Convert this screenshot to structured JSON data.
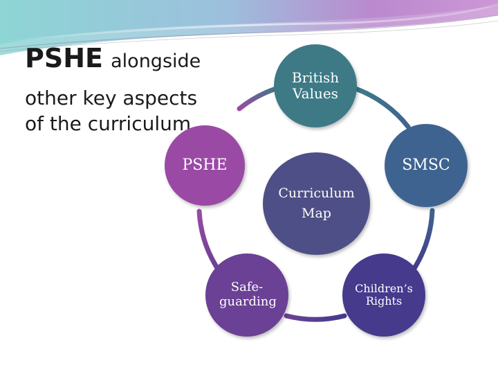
{
  "slide": {
    "title_bold": "PSHE",
    "title_light": "alongside",
    "title_rest": "other key aspects of the curriculum"
  },
  "diagram": {
    "center": "Curriculum Map",
    "nodes": [
      {
        "id": "pshe",
        "label": "PSHE"
      },
      {
        "id": "british-values",
        "label": "British Values"
      },
      {
        "id": "smsc",
        "label": "SMSC"
      },
      {
        "id": "childrens-rights",
        "label": "Children’s Rights"
      },
      {
        "id": "safeguarding",
        "label": "Safe-guarding"
      }
    ]
  },
  "colors": {
    "pshe": "#9a4aa4",
    "british_values": "#3d7a86",
    "smsc": "#3e6390",
    "childrens_rights": "#453a8c",
    "safeguarding": "#6a4194",
    "center": "#4e4f86",
    "swoosh_teal": "#6fc2c6",
    "swoosh_purple": "#a56fc0"
  }
}
